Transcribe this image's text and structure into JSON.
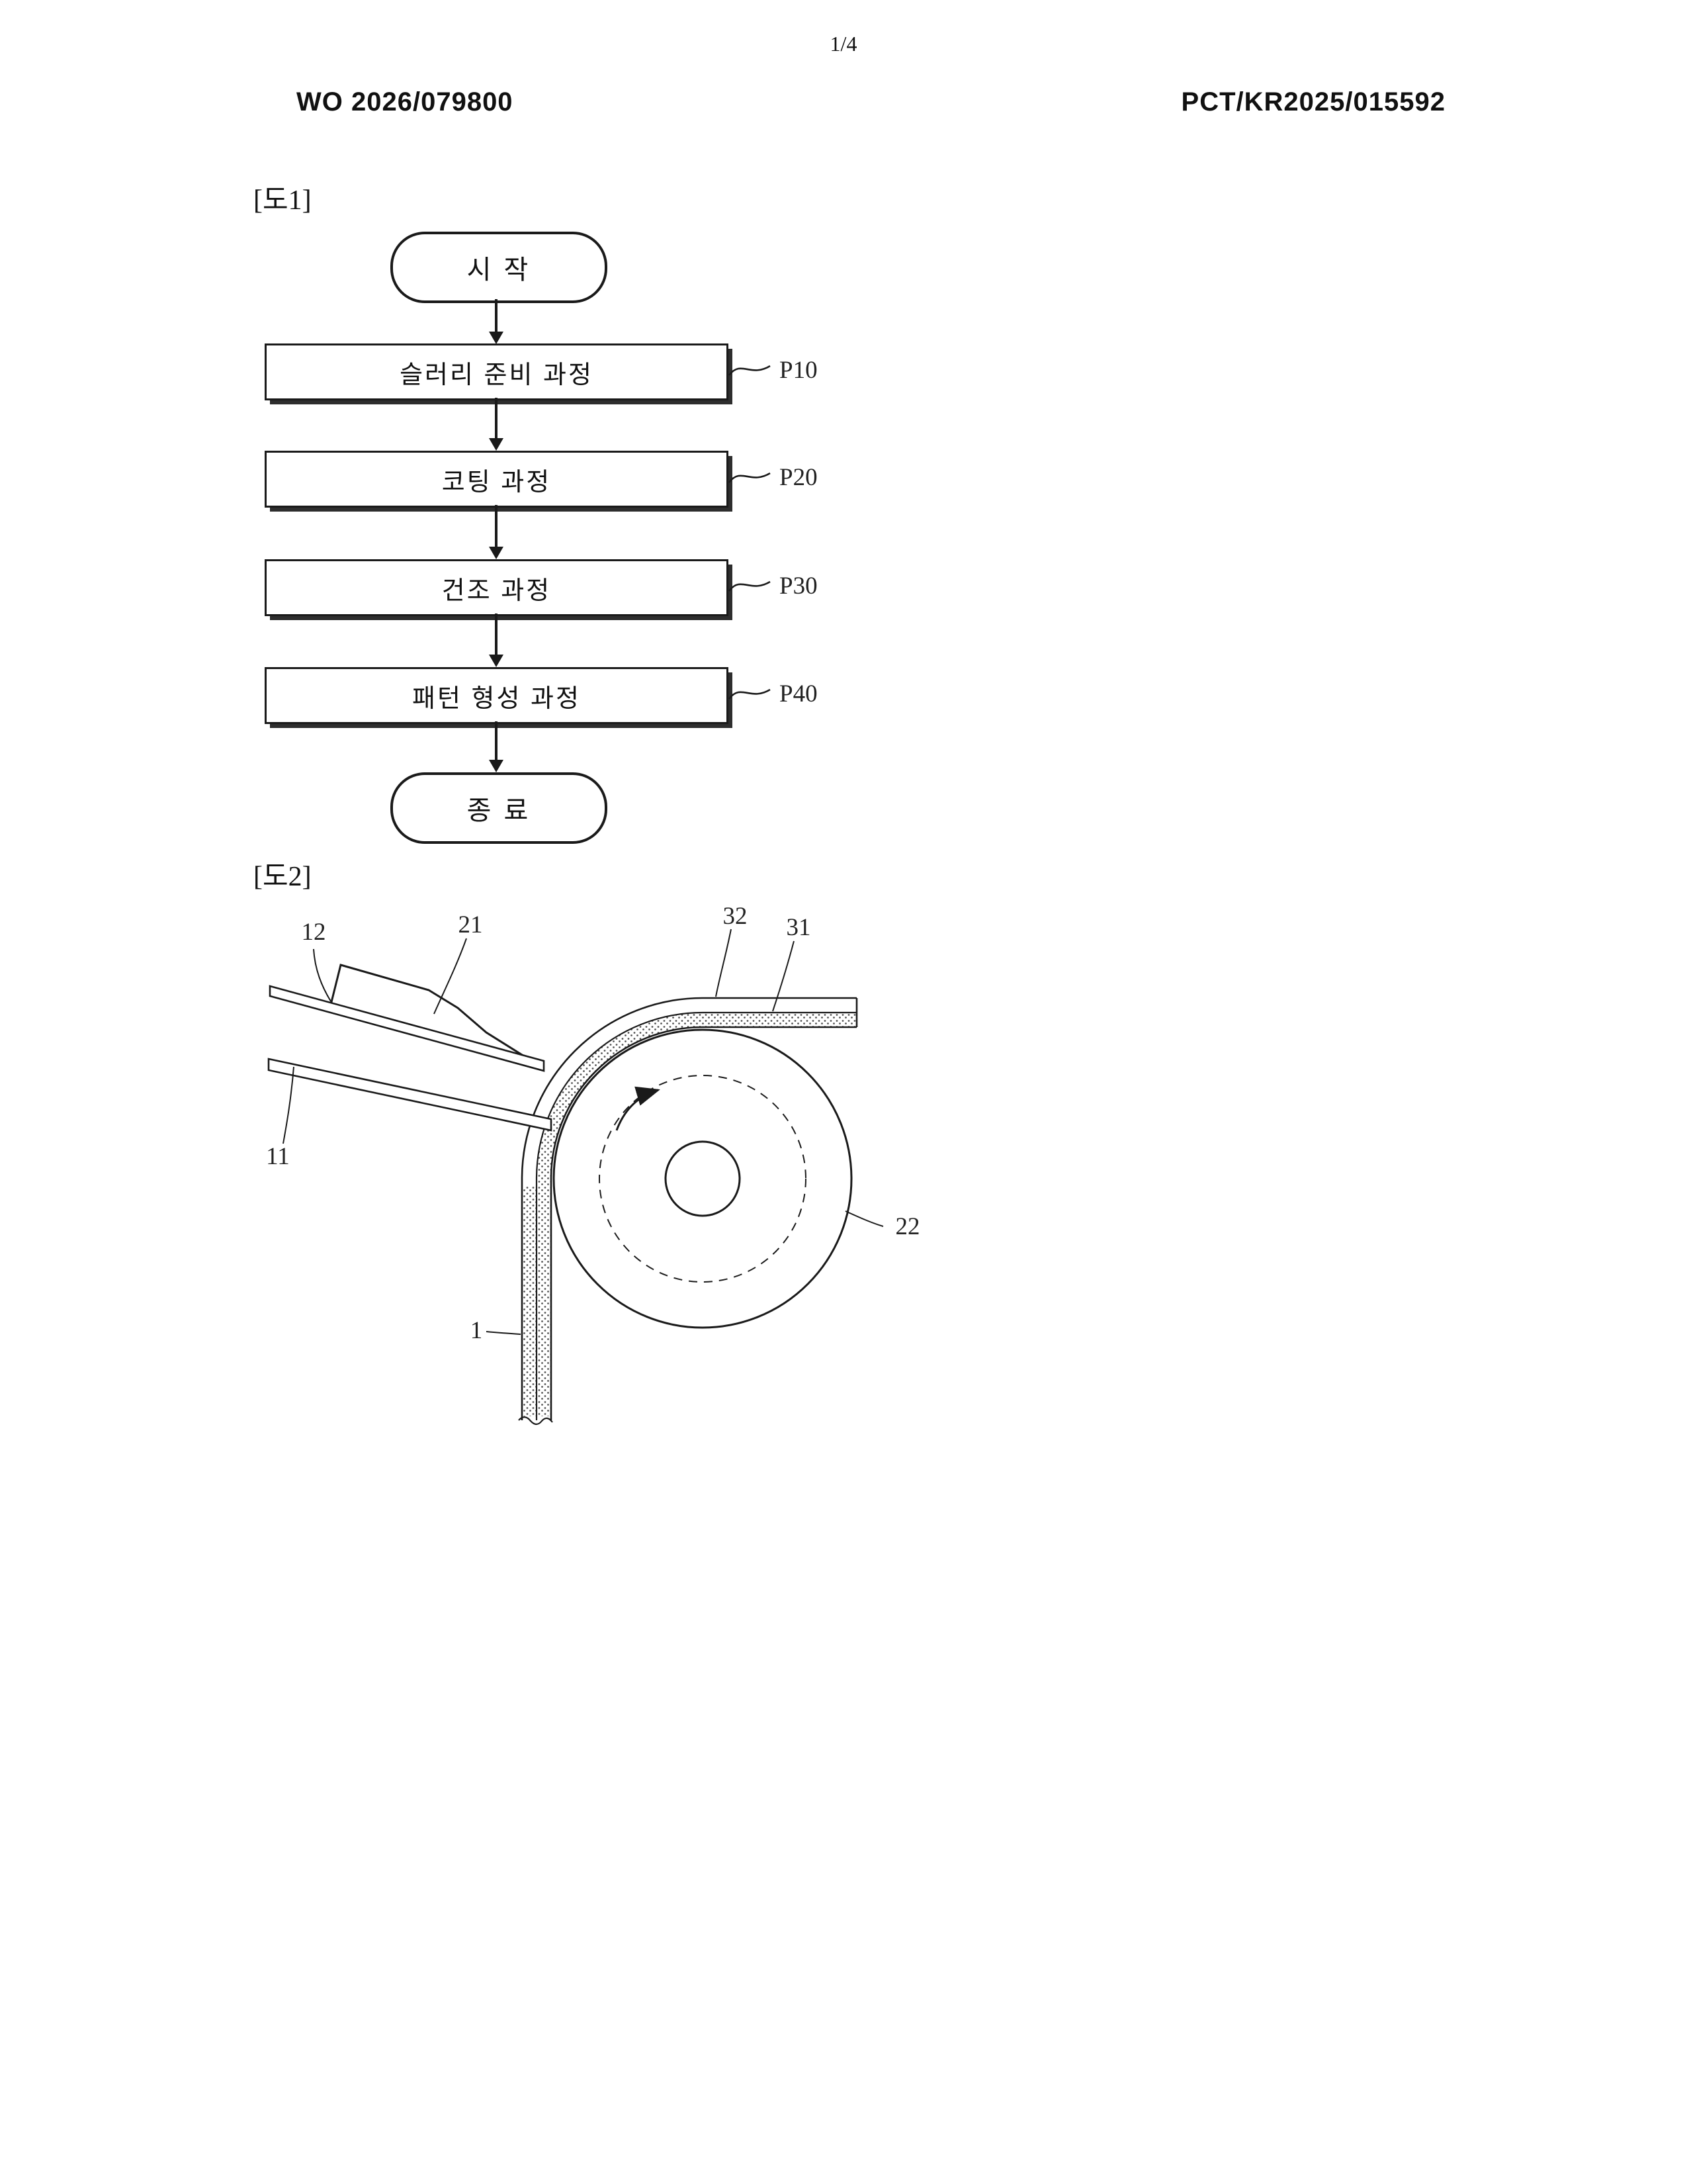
{
  "page": {
    "page_number": "1/4",
    "pub_number": "WO 2026/079800",
    "app_number": "PCT/KR2025/015592"
  },
  "fig1": {
    "caption": "[도1]",
    "start_label": "시 작",
    "steps": [
      {
        "label": "슬러리 준비 과정",
        "ref": "P10"
      },
      {
        "label": "코팅 과정",
        "ref": "P20"
      },
      {
        "label": "건조 과정",
        "ref": "P30"
      },
      {
        "label": "패턴 형성 과정",
        "ref": "P40"
      }
    ],
    "end_label": "종 료"
  },
  "fig2": {
    "caption": "[도2]",
    "labels": {
      "upper_substrate": "12",
      "die": "21",
      "coating_layer": "32",
      "base_film": "31",
      "lower_substrate": "11",
      "roller": "22",
      "web": "1"
    }
  },
  "colors": {
    "line": "#1a1a1a",
    "background": "#ffffff",
    "stipple": "#555555"
  }
}
